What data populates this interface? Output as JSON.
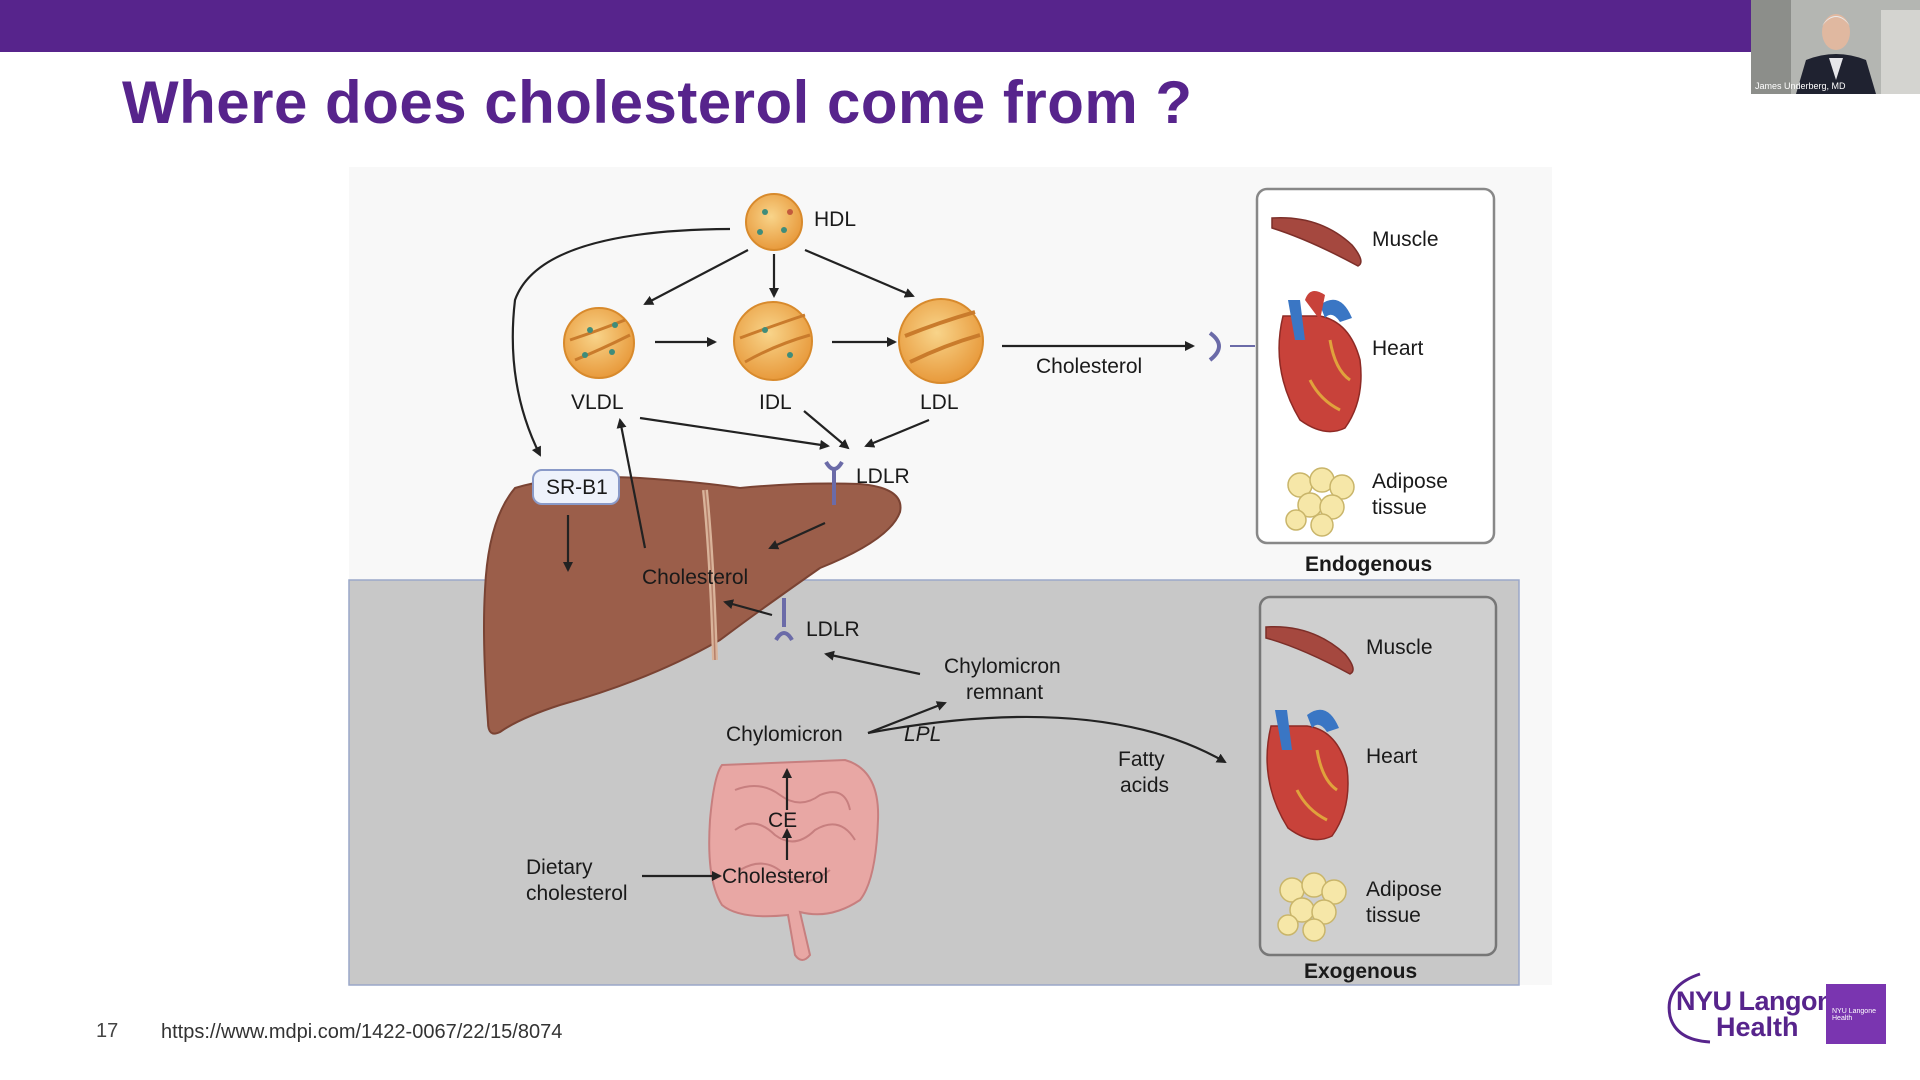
{
  "slide": {
    "title": "Where does cholesterol come from ?",
    "page_number": "17",
    "source_url": "https://www.mdpi.com/1422-0067/22/15/8074"
  },
  "video": {
    "participant_name": "James Underberg, MD"
  },
  "logo": {
    "line1": "NYU Langone",
    "line2": "Health",
    "badge": "NYU Langone Health"
  },
  "diagram": {
    "hdl": "HDL",
    "vldl": "VLDL",
    "idl": "IDL",
    "ldl": "LDL",
    "cholesterol_top": "Cholesterol",
    "ldlr_top": "LDLR",
    "srb1": "SR-B1",
    "liver_cholesterol": "Cholesterol",
    "ldlr_bottom": "LDLR",
    "chylomicron_remnant": [
      "Chylomicron",
      "remnant"
    ],
    "chylomicron": "Chylomicron",
    "lpl": "LPL",
    "fatty_acids": [
      "Fatty",
      "acids"
    ],
    "ce": "CE",
    "gut_cholesterol": "Cholesterol",
    "dietary_cholesterol": [
      "Dietary",
      "cholesterol"
    ],
    "endogenous": {
      "muscle": "Muscle",
      "heart": "Heart",
      "adipose": [
        "Adipose",
        "tissue"
      ],
      "caption": "Endogenous"
    },
    "exogenous": {
      "muscle": "Muscle",
      "heart": "Heart",
      "adipose": [
        "Adipose",
        "tissue"
      ],
      "caption": "Exogenous"
    }
  },
  "colors": {
    "brand_purple": "#57248c",
    "liver": "#9b5e4a",
    "lipoprotein": "#f0b560",
    "exogenous_bg": "#c8c8c8",
    "receptor": "#6b6ba8"
  },
  "icons": [
    "muscle-icon",
    "heart-icon",
    "adipose-tissue-icon",
    "liver-icon",
    "intestine-icon",
    "lipoprotein-particle-icon",
    "receptor-icon"
  ]
}
